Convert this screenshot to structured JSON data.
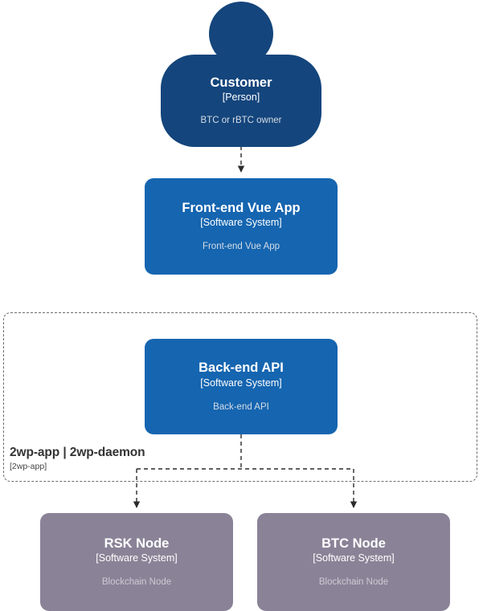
{
  "diagram": {
    "type": "c4-system-context",
    "background": "#ffffff",
    "palette": {
      "person": "#14457C",
      "software_system": "#1565B0",
      "infrastructure_node": "#8A8397",
      "relationship_line": "#2b2b2b",
      "boundary_line": "#6b6b6b",
      "element_title": "#ffffff",
      "element_description": "#d6dde6",
      "boundary_label": "#333333"
    }
  },
  "elements": {
    "customer": {
      "name": "Customer",
      "stereotype": "[Person]",
      "description": "BTC or rBTC owner",
      "shape": "person",
      "color": "#14457C"
    },
    "frontend": {
      "name": "Front-end Vue App",
      "stereotype": "[Software System]",
      "description": "Front-end Vue App",
      "shape": "rounded-box",
      "color": "#1565B0"
    },
    "backend": {
      "name": "Back-end API",
      "stereotype": "[Software System]",
      "description": "Back-end API",
      "shape": "rounded-box",
      "color": "#1565B0"
    },
    "rsk_node": {
      "name": "RSK Node",
      "stereotype": "[Software System]",
      "description": "Blockchain Node",
      "shape": "rounded-box",
      "color": "#8A8397"
    },
    "btc_node": {
      "name": "BTC Node",
      "stereotype": "[Software System]",
      "description": "Blockchain Node",
      "shape": "rounded-box",
      "color": "#8A8397"
    }
  },
  "boundary": {
    "name": "2wp-app | 2wp-daemon",
    "technology": "[2wp-app]",
    "style": "dashed"
  },
  "relationships": [
    {
      "from": "customer",
      "to": "frontend",
      "style": "dashed",
      "arrow": "open",
      "label": ""
    },
    {
      "from": "backend",
      "to": "rsk_node",
      "style": "dashed",
      "arrow": "open",
      "label": ""
    },
    {
      "from": "backend",
      "to": "btc_node",
      "style": "dashed",
      "arrow": "open",
      "label": ""
    }
  ]
}
